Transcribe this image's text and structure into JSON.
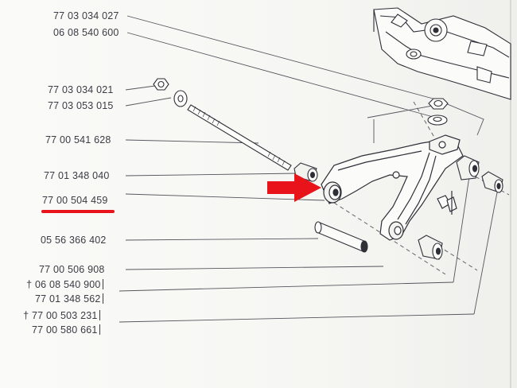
{
  "figure": {
    "part_numbers": [
      {
        "id": "p1",
        "text": "77 03 034 027",
        "dagger": false,
        "bracket": false
      },
      {
        "id": "p2",
        "text": "06 08 540 600",
        "dagger": false,
        "bracket": false
      },
      {
        "id": "p3",
        "text": "77 03 034 021",
        "dagger": false,
        "bracket": false
      },
      {
        "id": "p4",
        "text": "77 03 053 015",
        "dagger": false,
        "bracket": false
      },
      {
        "id": "p5",
        "text": "77 00 541 628",
        "dagger": false,
        "bracket": false
      },
      {
        "id": "p6",
        "text": "77 01 348 040",
        "dagger": false,
        "bracket": false
      },
      {
        "id": "p7",
        "text": "77 00 504 459",
        "dagger": false,
        "bracket": false,
        "highlighted": true
      },
      {
        "id": "p8",
        "text": "05 56 366 402",
        "dagger": false,
        "bracket": false
      },
      {
        "id": "p9",
        "text": "77 00 506 908",
        "dagger": false,
        "bracket": false
      },
      {
        "id": "p10",
        "text": "06 08 540 900",
        "dagger": true,
        "bracket": true
      },
      {
        "id": "p11",
        "text": "77 01 348 562",
        "dagger": false,
        "bracket": true
      },
      {
        "id": "p12",
        "text": "77 00 503 231",
        "dagger": true,
        "bracket": true
      },
      {
        "id": "p13",
        "text": "77 00 580 661",
        "dagger": false,
        "bracket": true
      }
    ],
    "dagger_symbol": "†",
    "colors": {
      "ink": "#3b3b45",
      "highlight": "#e8131b",
      "paper": "#f6f6f3"
    }
  }
}
